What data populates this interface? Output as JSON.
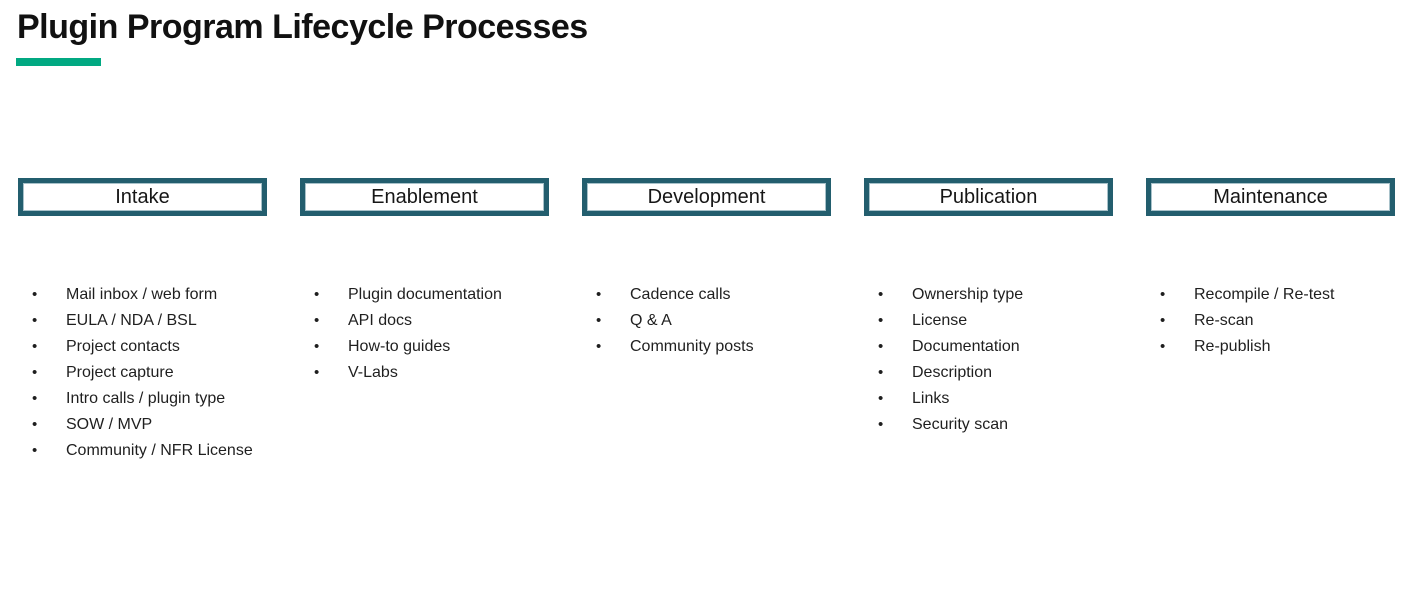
{
  "title": "Plugin Program Lifecycle Processes",
  "colors": {
    "accent_green": "#01a982",
    "box_border_teal": "#235e6e",
    "text_color": "#1a1a1a"
  },
  "columns": [
    {
      "header": "Intake",
      "items": [
        "Mail inbox / web form",
        "EULA / NDA / BSL",
        "Project contacts",
        "Project capture",
        "Intro calls / plugin type",
        "SOW / MVP",
        "Community / NFR License"
      ]
    },
    {
      "header": "Enablement",
      "items": [
        "Plugin documentation",
        "API docs",
        "How-to guides",
        "V-Labs"
      ]
    },
    {
      "header": "Development",
      "items": [
        "Cadence calls",
        "Q & A",
        "Community posts"
      ]
    },
    {
      "header": "Publication",
      "items": [
        "Ownership type",
        "License",
        "Documentation",
        "Description",
        "Links",
        "Security scan"
      ]
    },
    {
      "header": "Maintenance",
      "items": [
        "Recompile / Re-test",
        "Re-scan",
        "Re-publish"
      ]
    }
  ]
}
